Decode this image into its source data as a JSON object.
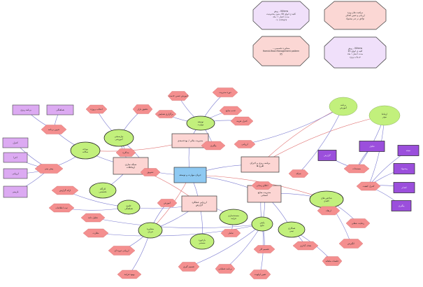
{
  "colors": {
    "central": "#8ec9f2",
    "mainBranch": "#fcd5d3",
    "ellipse": "#c2f07c",
    "hexPink": "#f48f8f",
    "lavender": "#dcaaf2",
    "purple": "#9b4fdc",
    "octLight": "#f0e0fa",
    "octPink": "#fbd7d4",
    "lineRed": "#e07070",
    "lineBlue": "#7a7ad0"
  },
  "topPanel": [
    {
      "lines": [
        "رونق - Kittens",
        "کلیه ی انواع کالا، بدون محدودیت",
        "مدت اعتبار: ۱ ماه",
        "۰۹۰۱۲۳۴۵۶۷"
      ]
    },
    {
      "lines": [
        "مراقبت های ویژه",
        "ارزیابی و تعیین اهداف",
        "توافق بر سر پیشنهاد"
      ]
    },
    {
      "lines": [
        "...مشاوره تخصصی",
        "Hamid-Reza Management pattern",
        "95"
      ]
    },
    {
      "lines": [
        "رونق - Kittens",
        "کلیه ی انواع کالا",
        "مدت اعتبار ۱ ماه",
        "خدمات ویژه"
      ]
    }
  ],
  "central": {
    "label": "جریان مهارت و توسعه"
  },
  "mainBranches": [
    {
      "lines": [
        "مدیریت مالی / بودجه‌بندی"
      ]
    },
    {
      "lines": [
        "شبکه سازی",
        "ارتباطات"
      ]
    },
    {
      "lines": [
        "برنامه ریزی و اجرای",
        "طرح ها"
      ]
    },
    {
      "lines": [
        "ارزیابی عملکرد",
        "گزارش"
      ]
    },
    {
      "lines": [
        "مدیریت منابع",
        "انسانی"
      ]
    }
  ],
  "ellipses": [
    {
      "lines": [
        "توسعه",
        "مهارت"
      ]
    },
    {
      "lines": [
        "نیازسنجی",
        "آموزشی"
      ]
    },
    {
      "lines": [
        "بودجه",
        "سالانه"
      ]
    },
    {
      "lines": [
        "کارگاه",
        "تخصصی"
      ]
    },
    {
      "lines": [
        "جلسه",
        "هماهنگی"
      ]
    },
    {
      "lines": [
        "مشاوره",
        "فردی"
      ]
    },
    {
      "lines": [
        "مستندسازی",
        "فرایند"
      ]
    },
    {
      "lines": [
        "بازخورد",
        "مستمر"
      ]
    },
    {
      "lines": [
        "پایش",
        "نتایج"
      ]
    },
    {
      "lines": [
        "همکاری",
        "تیمی"
      ]
    },
    {
      "lines": [
        "شاخص های",
        "کلیدی"
      ]
    },
    {
      "lines": [
        "برنامه",
        "آموزش"
      ]
    },
    {
      "lines": [
        "ارتباط",
        "موثر"
      ]
    }
  ],
  "hexagons": [
    {
      "label": "آموزش ضمن خدمت"
    },
    {
      "label": "دوره مدیریت"
    },
    {
      "label": "برگزاری همایش"
    },
    {
      "label": "جذب منابع"
    },
    {
      "label": "کنترل هزینه"
    },
    {
      "label": "انتخاب پروژه"
    },
    {
      "label": "تحقیق بازار"
    },
    {
      "label": "تدوین برنامه"
    },
    {
      "label": "پیش بینی"
    },
    {
      "label": "ارائه گزارش"
    },
    {
      "label": "ثبت اطلاعات"
    },
    {
      "label": "تحلیل داده"
    },
    {
      "label": "نظارت"
    },
    {
      "label": "ارزیابی دوره ای"
    },
    {
      "label": "بهبود فرایند"
    },
    {
      "label": "تصمیم گیری"
    },
    {
      "label": "برنامه عملیاتی"
    },
    {
      "label": "تعیین اولویت"
    },
    {
      "label": "تقسیم کار"
    },
    {
      "label": "هدف گذاری"
    },
    {
      "label": "جلسات ماهانه"
    },
    {
      "label": "انگیزش"
    },
    {
      "label": "رضایت شغلی"
    },
    {
      "label": "ارتقاء"
    },
    {
      "label": "مستندات"
    },
    {
      "label": "کنترل کیفیت"
    },
    {
      "label": "پیگیری"
    },
    {
      "label": "اطلاع رسانی"
    },
    {
      "label": "تشویق"
    },
    {
      "label": "آموزش"
    },
    {
      "label": "ارزیابی"
    },
    {
      "label": "مذاکره"
    },
    {
      "label": "شبکه"
    },
    {
      "label": "تعامل"
    }
  ],
  "lavenderBoxes": [
    {
      "label": "برنامه ریزی"
    },
    {
      "label": "هماهنگی"
    },
    {
      "label": "کنترل"
    },
    {
      "label": "اجرا"
    },
    {
      "label": "ارزیابی"
    },
    {
      "label": "بازبینی"
    }
  ],
  "purpleBoxes": [
    {
      "label": "گزارش"
    },
    {
      "label": "تحلیل"
    },
    {
      "label": "نتیجه"
    },
    {
      "label": "پیشنهاد"
    },
    {
      "label": "اقدام"
    },
    {
      "label": "پیگیری"
    },
    {
      "label": "بهبود"
    }
  ]
}
